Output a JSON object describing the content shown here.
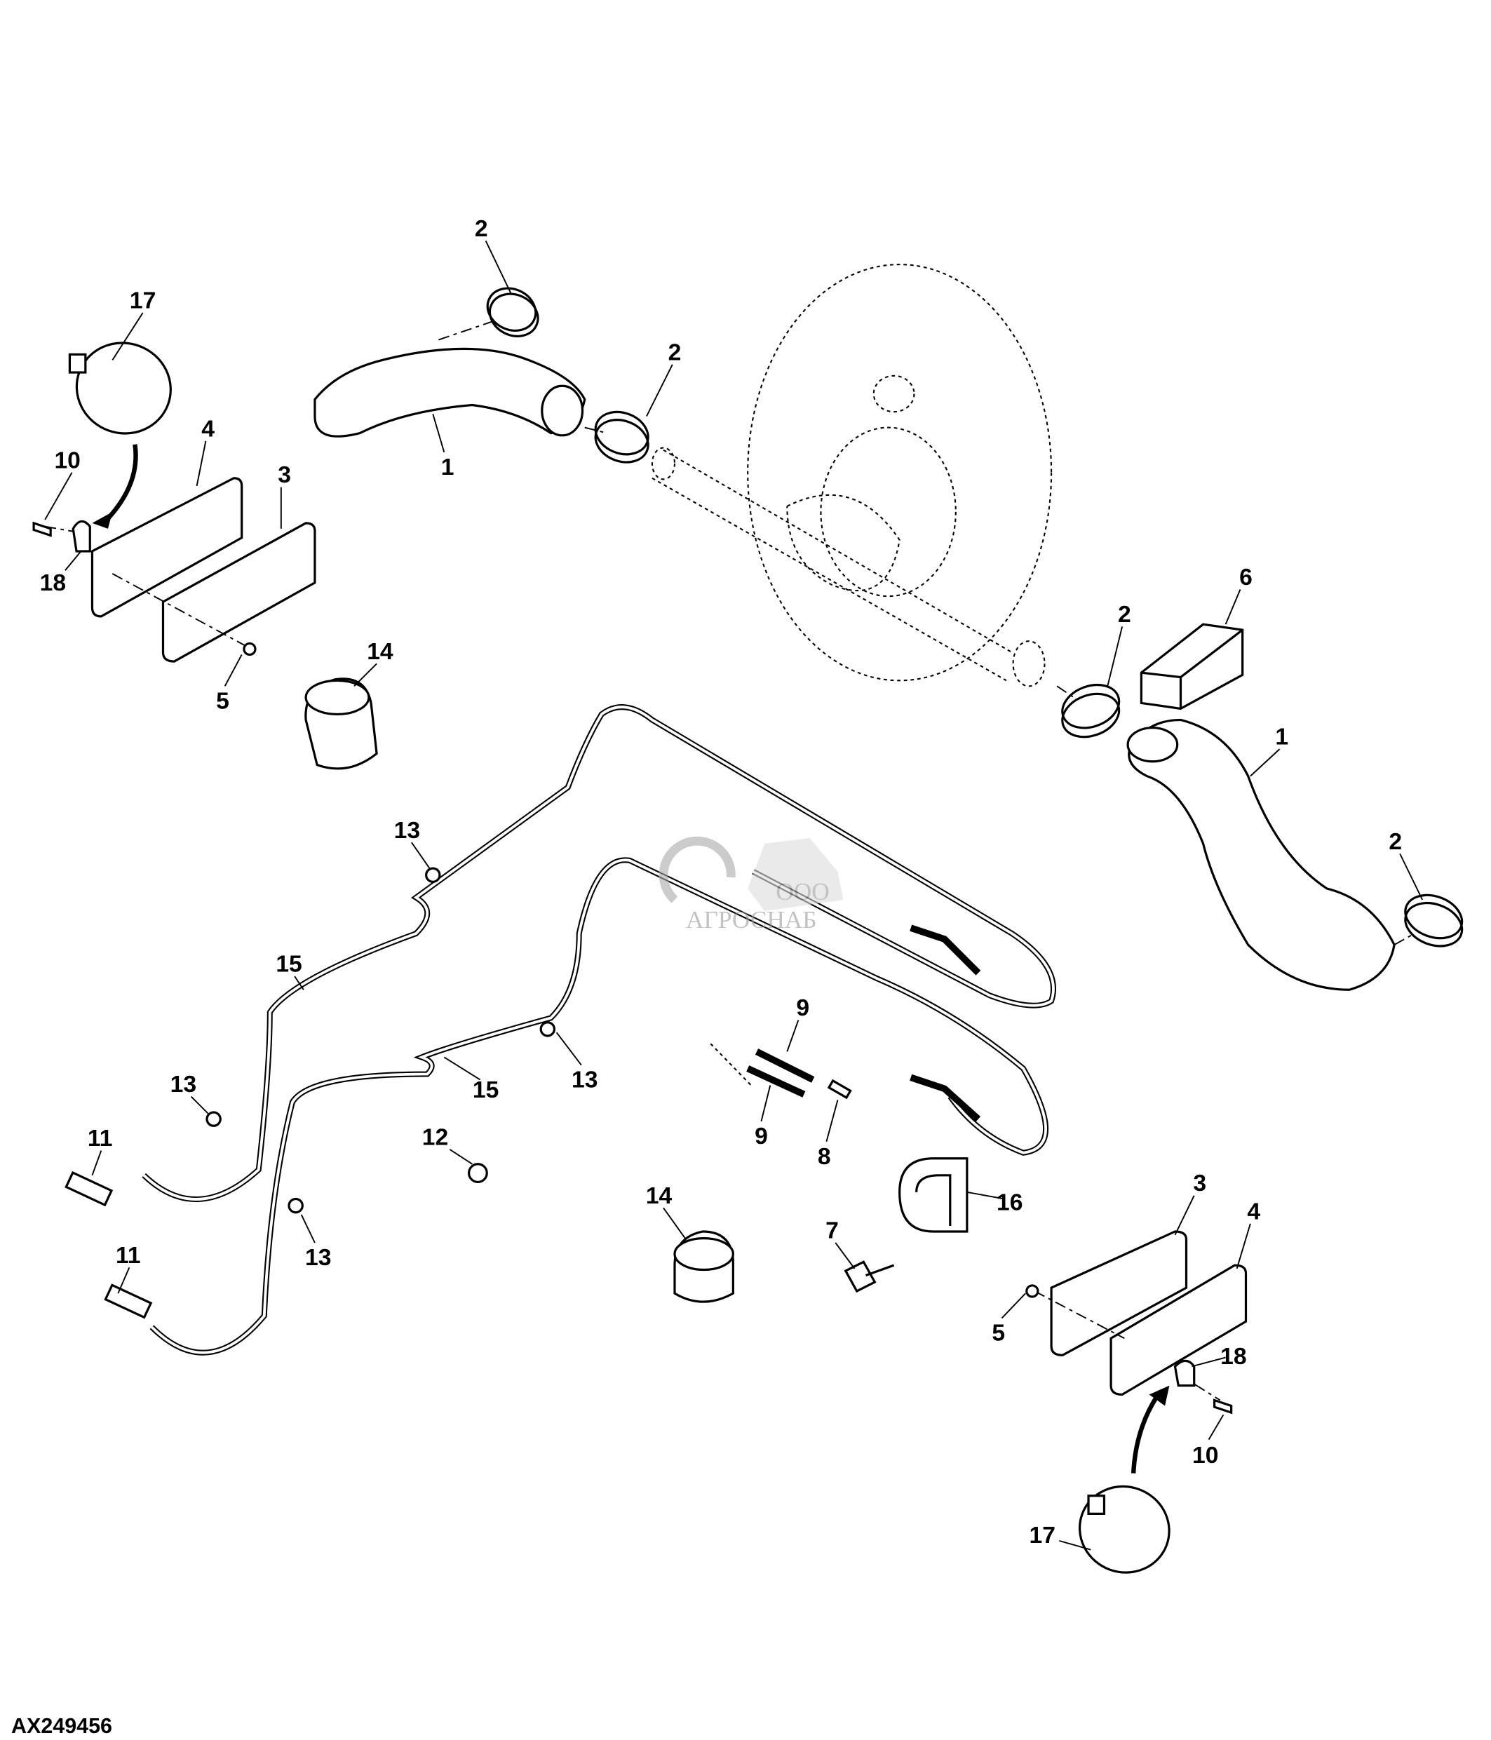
{
  "figure_id": "AX249456",
  "watermark": {
    "prefix": "ООО",
    "name": "АГРОСНАБ"
  },
  "callouts": [
    "2",
    "17",
    "2",
    "4",
    "3",
    "10",
    "1",
    "18",
    "6",
    "2",
    "14",
    "5",
    "1",
    "13",
    "2",
    "15",
    "9",
    "13",
    "13",
    "15",
    "12",
    "9",
    "8",
    "11",
    "14",
    "16",
    "3",
    "4",
    "7",
    "11",
    "13",
    "5",
    "18",
    "10",
    "17"
  ]
}
